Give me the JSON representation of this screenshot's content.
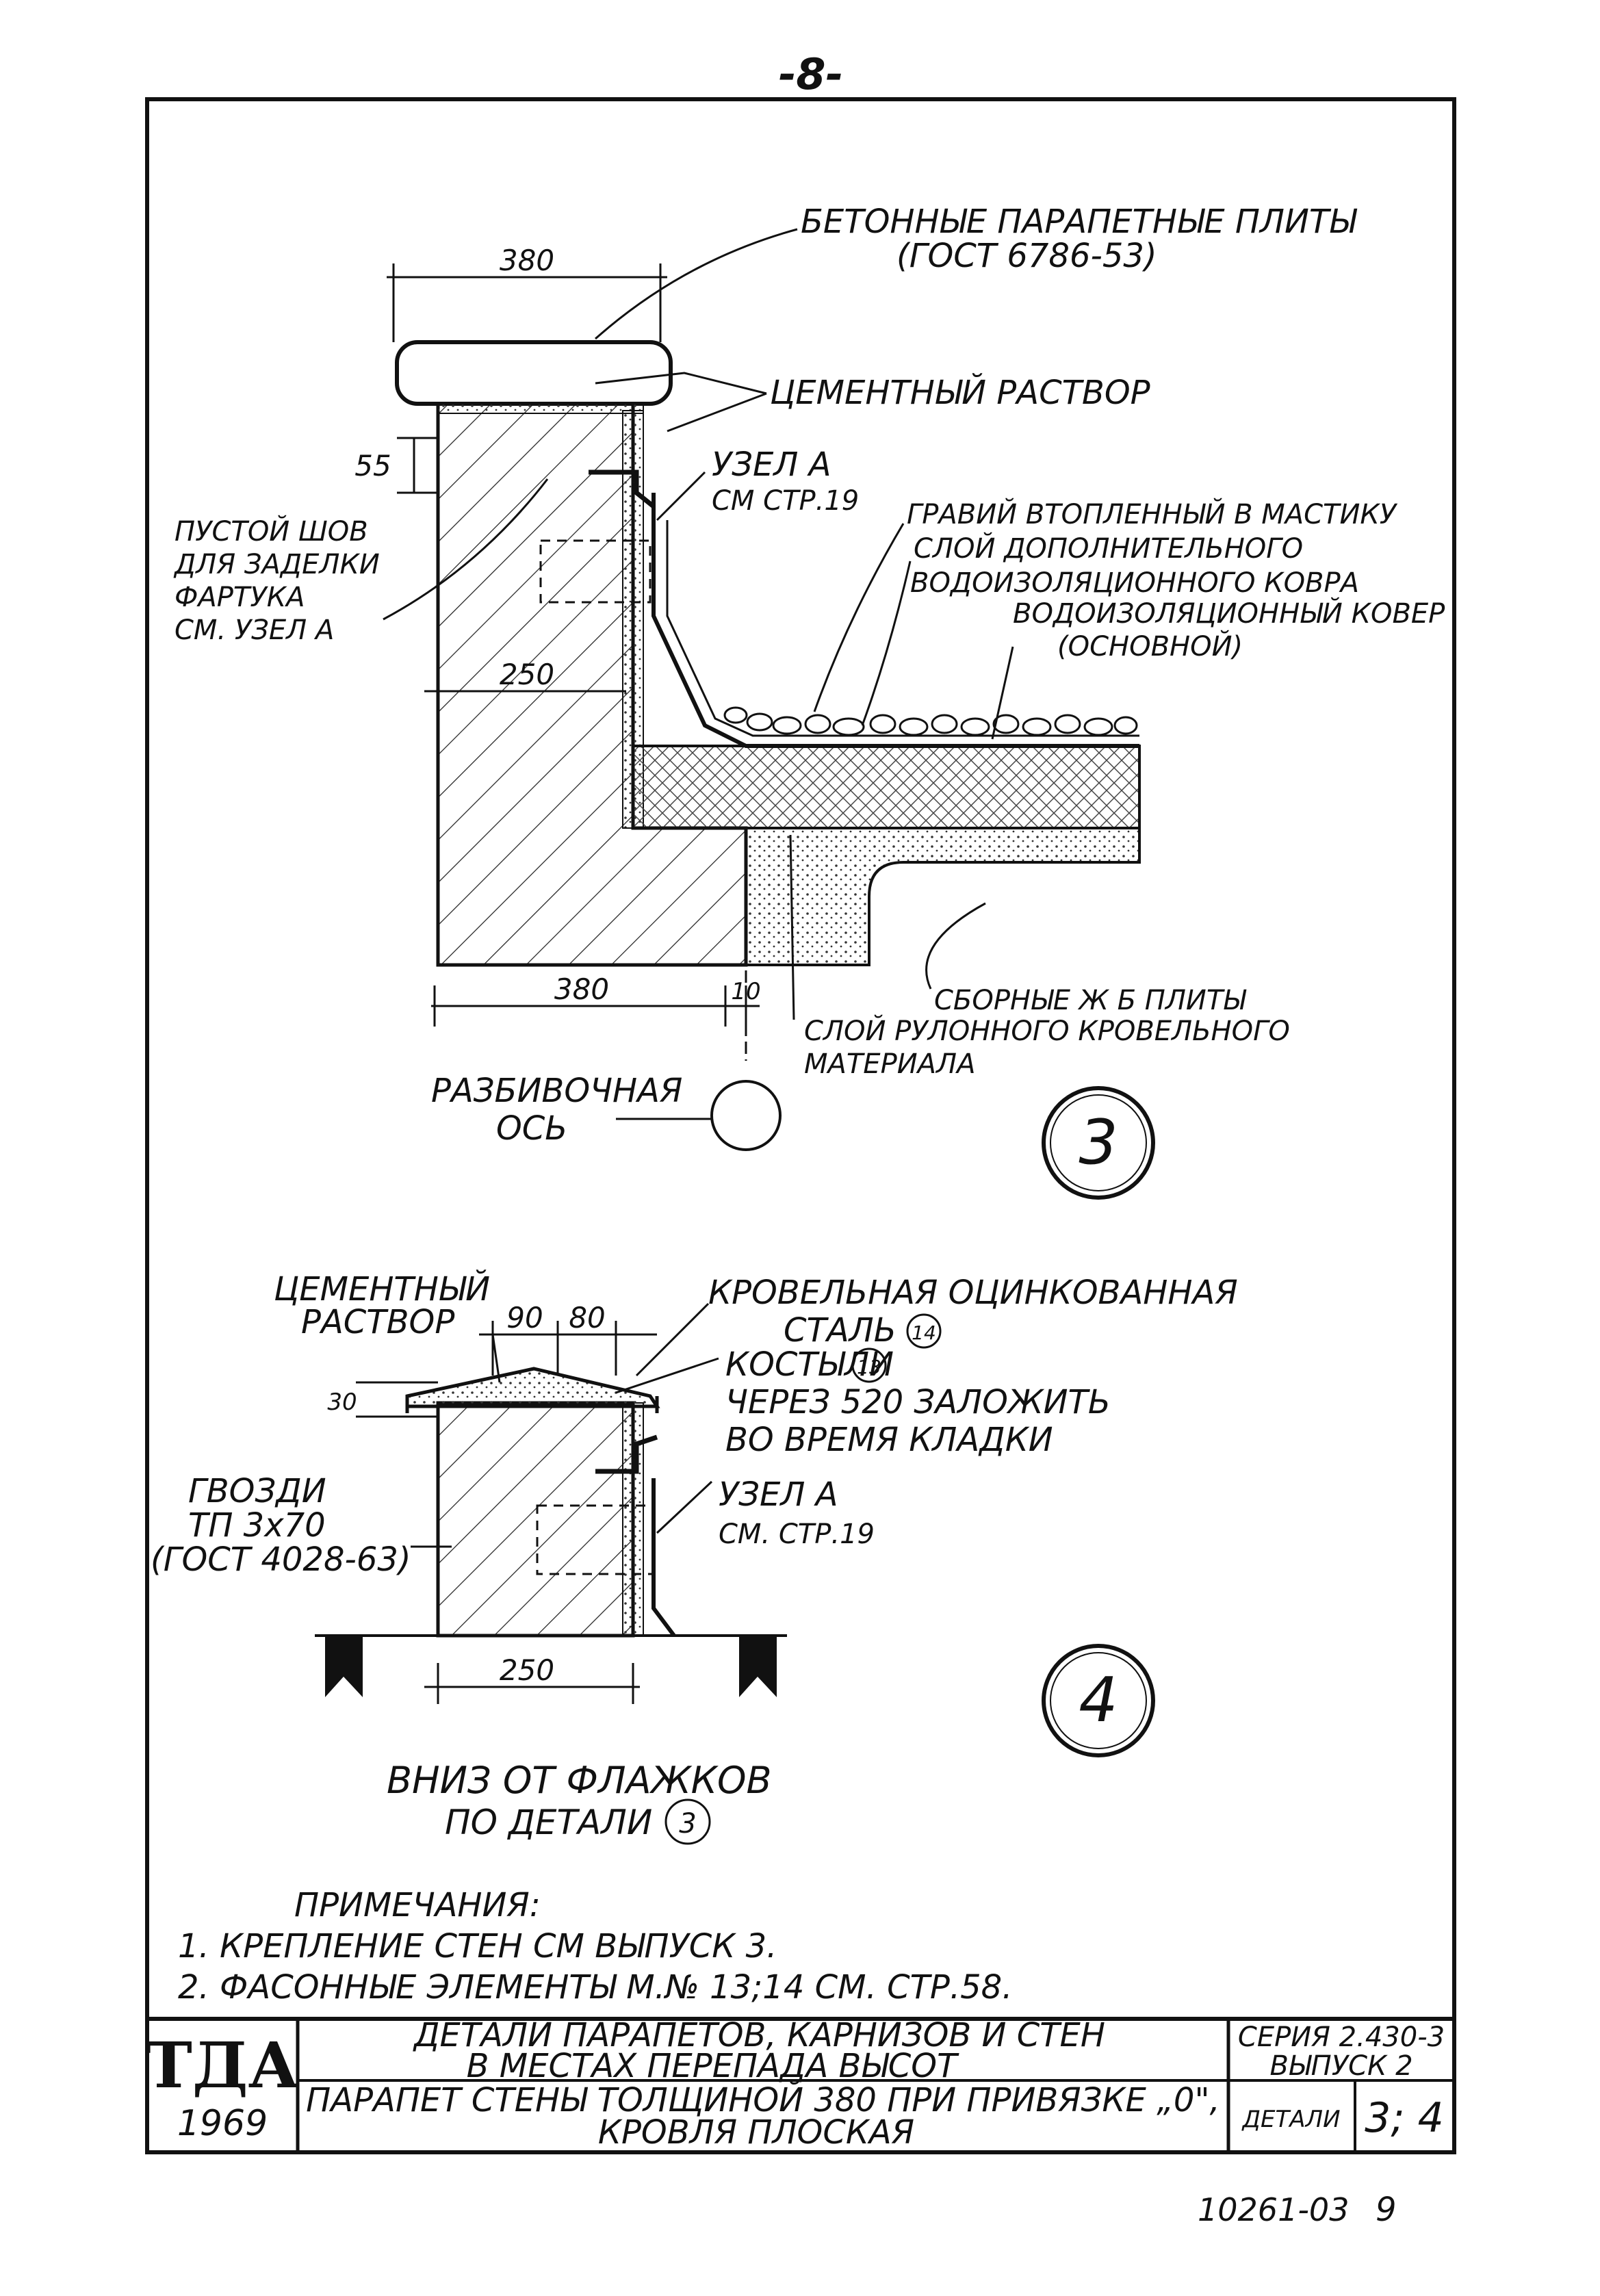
{
  "page_number": "-8-",
  "detail3": {
    "callouts": {
      "parapet_slabs_l1": "БЕТОННЫЕ ПАРАПЕТНЫЕ ПЛИТЫ",
      "parapet_slabs_l2": "(ГОСТ 6786-53)",
      "cement_mortar": "ЦЕМЕНТНЫЙ РАСТВОР",
      "node_a_l1": "УЗЕЛ А",
      "node_a_l2": "СМ СТР.19",
      "empty_joint_l1": "ПУСТОЙ ШОВ",
      "empty_joint_l2": "ДЛЯ ЗАДЕЛКИ",
      "empty_joint_l3": "ФАРТУКА",
      "empty_joint_l4": "СМ. УЗЕЛ А",
      "gravel": "ГРАВИЙ ВТОПЛЕННЫЙ В МАСТИКУ",
      "extra_layer_l1": "СЛОЙ ДОПОЛНИТЕЛЬНОГО",
      "extra_layer_l2": "ВОДОИЗОЛЯЦИОННОГО КОВРА",
      "main_carpet_l1": "ВОДОИЗОЛЯЦИОННЫЙ КОВЕР",
      "main_carpet_l2": "(ОСНОВНОЙ)",
      "precast_slabs": "СБОРНЫЕ Ж Б ПЛИТЫ",
      "roll_layer_l1": "СЛОЙ РУЛОННОГО КРОВЕЛЬНОГО",
      "roll_layer_l2": "МАТЕРИАЛА",
      "axis_l1": "РАЗБИВОЧНАЯ",
      "axis_l2": "ОСЬ"
    },
    "dims": {
      "top_width": "380",
      "h55": "55",
      "wall_250": "250",
      "bottom_380": "380",
      "gap_10": "10"
    },
    "number": "3"
  },
  "detail4": {
    "callouts": {
      "cement_l1": "ЦЕМЕНТНЫЙ",
      "cement_l2": "РАСТВОР",
      "steel_l1": "КРОВЕЛЬНАЯ ОЦИНКОВАННАЯ",
      "steel_l2": "СТАЛЬ",
      "steel_ref": "14",
      "crutch_l1": "КОСТЫЛИ",
      "crutch_ref": "13",
      "crutch_l2": "ЧЕРЕЗ 520 ЗАЛОЖИТЬ",
      "crutch_l3": "ВО ВРЕМЯ КЛАДКИ",
      "nails_l1": "ГВОЗДИ",
      "nails_l2": "ТП 3х70",
      "nails_l3": "(ГОСТ 4028-63)",
      "node_a_l1": "УЗЕЛ А",
      "node_a_l2": "СМ. СТР.19"
    },
    "dims": {
      "d90": "90",
      "d80": "80",
      "d30": "30",
      "d250": "250"
    },
    "below_l1": "ВНИЗ ОТ ФЛАЖКОВ",
    "below_l2": "ПО ДЕТАЛИ",
    "below_ref": "3",
    "number": "4"
  },
  "notes": {
    "heading": "ПРИМЕЧАНИЯ:",
    "items": [
      "1. КРЕПЛЕНИЕ СТЕН СМ ВЫПУСК 3.",
      "2. ФАСОННЫЕ ЭЛЕМЕНТЫ М.№ 13;14 СМ. СТР.58."
    ]
  },
  "title_block": {
    "org": "ТДА",
    "year": "1969",
    "title_l1": "ДЕТАЛИ ПАРАПЕТОВ, КАРНИЗОВ И СТЕН",
    "title_l2": "В МЕСТАХ ПЕРЕПАДА ВЫСОТ",
    "subtitle_l1": "ПАРАПЕТ СТЕНЫ ТОЛЩИНОЙ 380 ПРИ ПРИВЯЗКЕ „0\",",
    "subtitle_l2": "КРОВЛЯ ПЛОСКАЯ",
    "series_l1": "СЕРИЯ 2.430-3",
    "series_l2": "ВЫПУСК 2",
    "details_label": "ДЕТАЛИ",
    "details_value": "3; 4"
  },
  "footer": {
    "doc_number": "10261-03",
    "sheet": "9"
  }
}
